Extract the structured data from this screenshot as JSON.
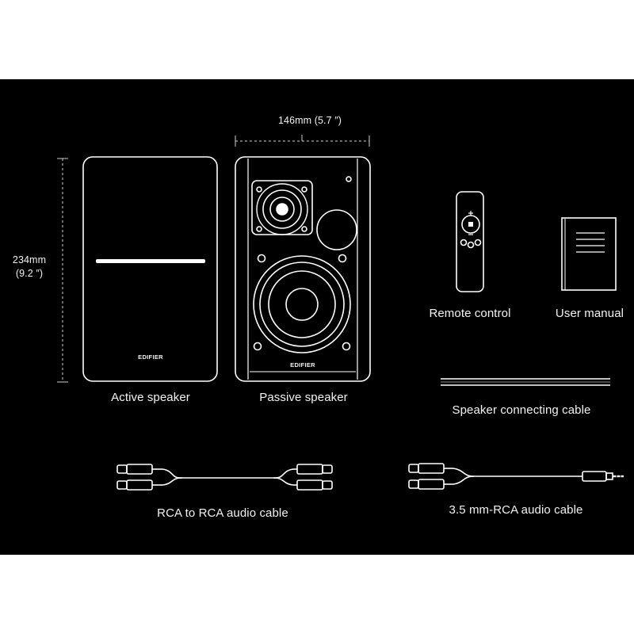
{
  "dimensions": {
    "width_label": "146mm (5.7 ″)",
    "height_label_mm": "234mm",
    "height_label_in": "(9.2 ″)"
  },
  "brand": {
    "logo_front": "EDIFIER",
    "logo_back": "EDIFIER"
  },
  "items": {
    "active_speaker": "Active speaker",
    "passive_speaker": "Passive speaker",
    "remote_control": "Remote control",
    "user_manual": "User manual",
    "speaker_cable": "Speaker connecting cable",
    "rca_cable": "RCA to RCA audio cable",
    "aux_cable": "3.5 mm-RCA audio cable"
  },
  "colors": {
    "background": "#000000",
    "line": "#ffffff",
    "page": "#ffffff"
  }
}
